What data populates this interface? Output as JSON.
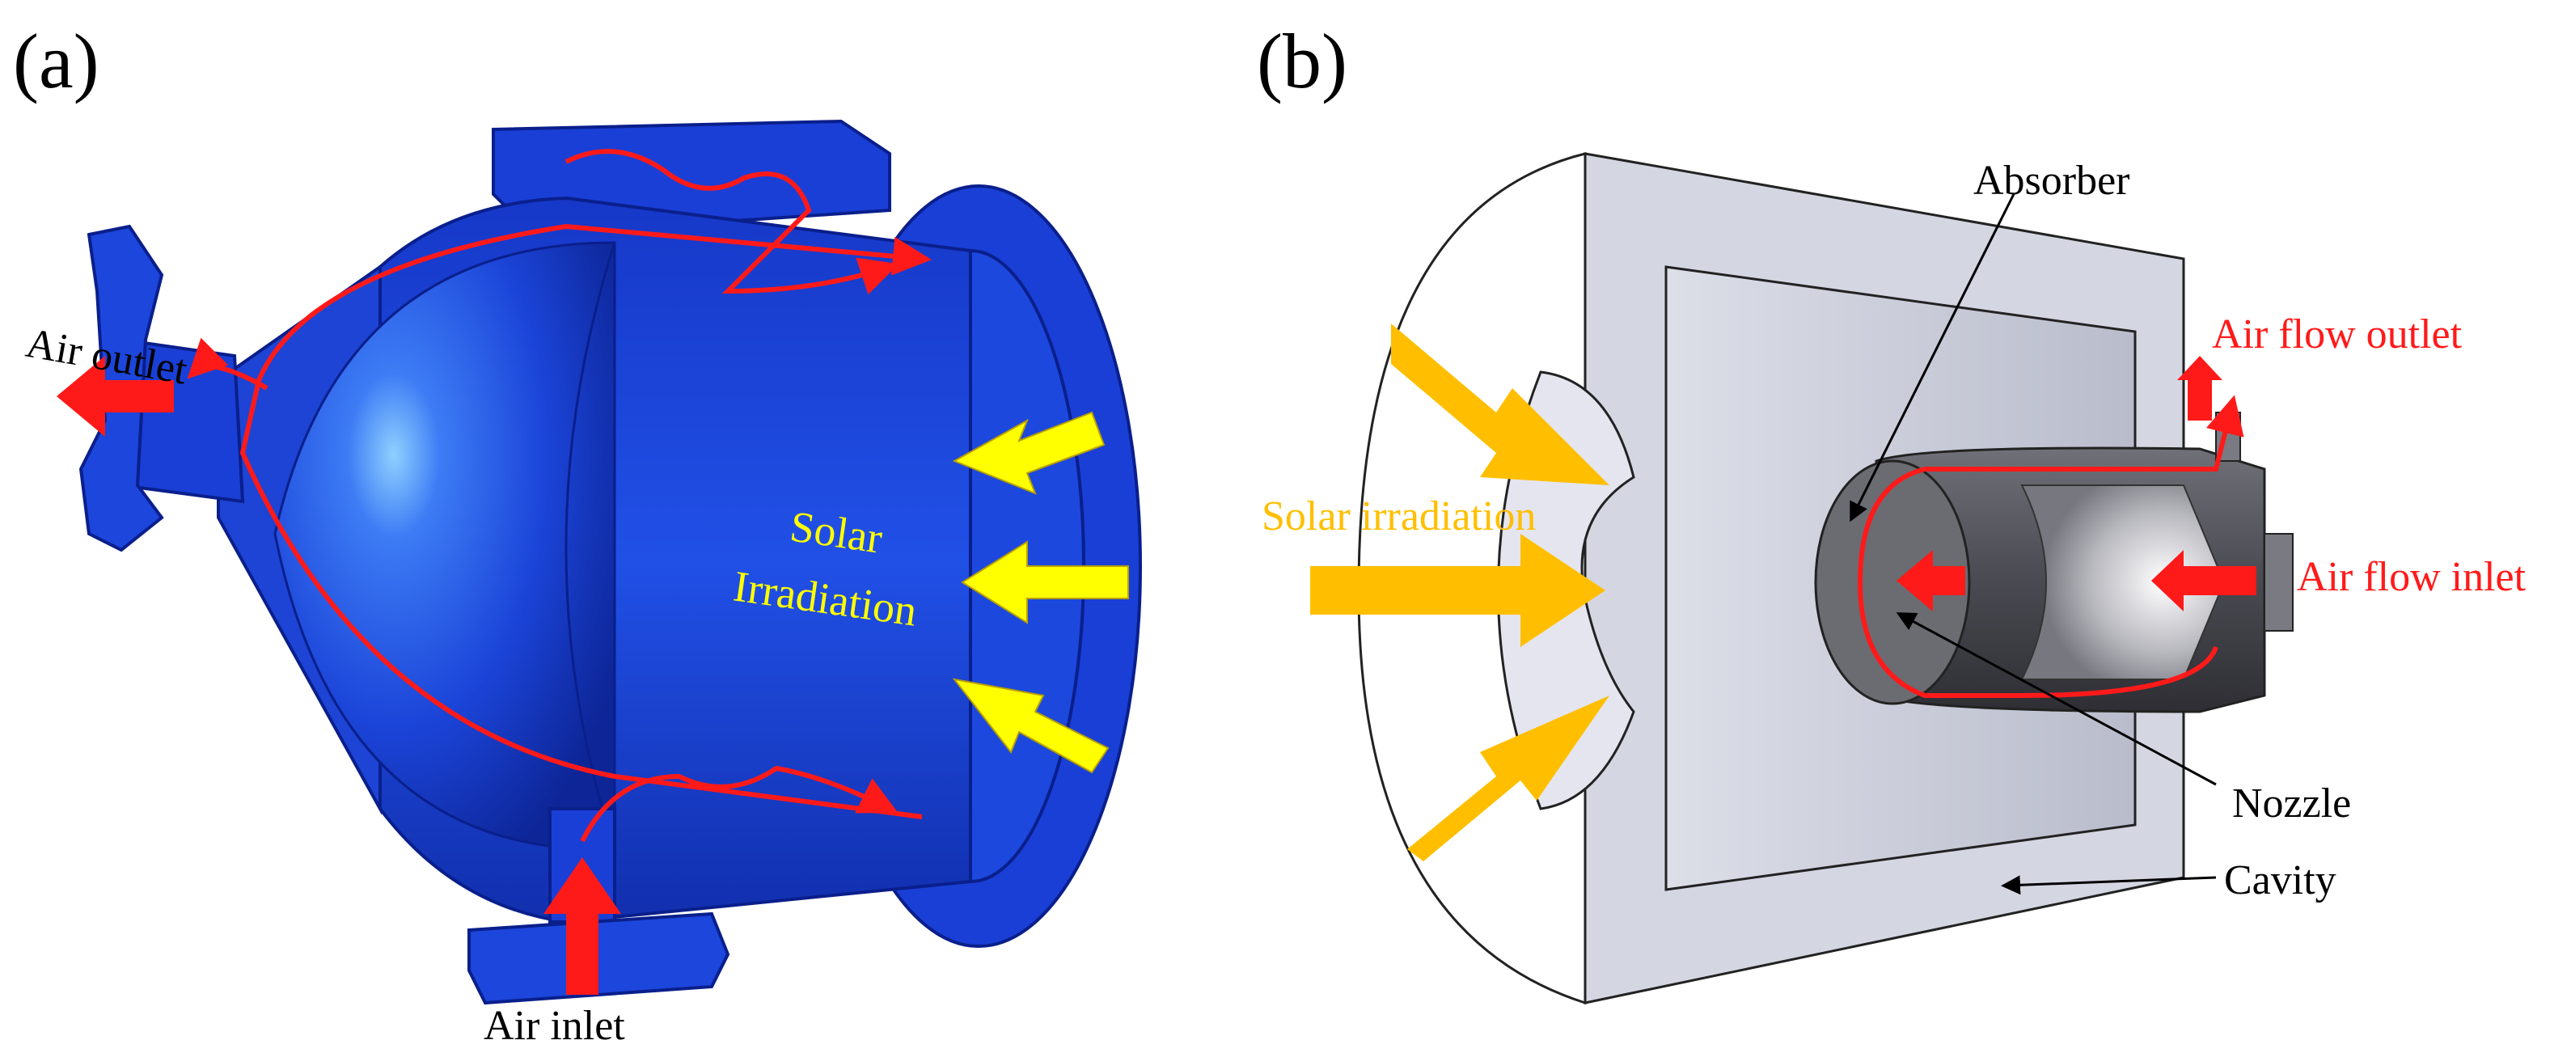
{
  "panels": [
    {
      "label": "(a)",
      "annotations": {
        "air_outlet": "Air outlet",
        "air_inlet": "Air inlet",
        "solar_line1": "Solar",
        "solar_line2": "Irradiation"
      }
    },
    {
      "label": "(b)",
      "annotations": {
        "absorber": "Absorber",
        "air_flow_outlet": "Air flow outlet",
        "air_flow_inlet": "Air flow inlet",
        "solar_irradiation": "Solar irradiation",
        "nozzle": "Nozzle",
        "cavity": "Cavity"
      }
    }
  ],
  "colors": {
    "receiver_body": "#1a3fd6",
    "receiver_dark": "#0a1f8c",
    "receiver_highlight": "#5fa8ff",
    "flow_arrow": "#ff1a1a",
    "solar_arrow_a": "#ffff00",
    "solar_arrow_b": "#ffbf00",
    "cavity_face": "#d2d4e0",
    "absorber_body": "#4a4a4e",
    "label_text": "#000000",
    "red_label_text": "#ff1a1a",
    "solar_label_a": "#ffff00",
    "solar_label_b": "#ffbf00"
  }
}
